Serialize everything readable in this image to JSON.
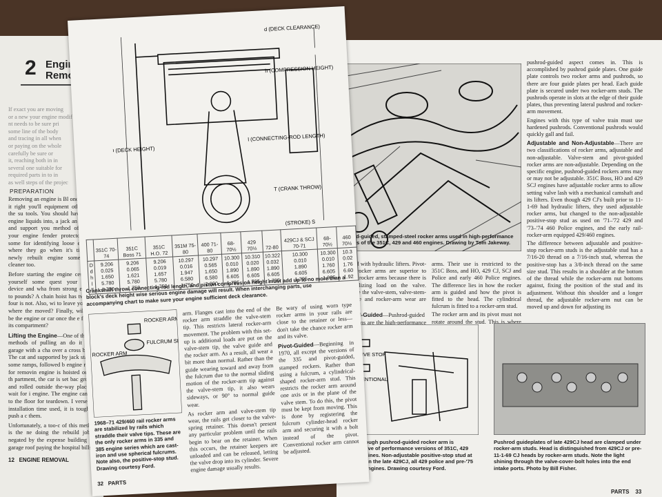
{
  "page_back": {
    "chapter_number": "2",
    "chapter_title": "Engine Removal",
    "intro_lines": [
      "If exact you are moving",
      "or a new your engine modif",
      "nt needs to be sure pri",
      "some line of the body",
      "and tracing in all when",
      "or paying on the whole",
      "carefully be sure or",
      "it, reaching both in in",
      "several one suitable for",
      "required parts in to in",
      "as well steps of the projec"
    ],
    "heading": "PREPARATION",
    "para1": "Removing an engine is Bl one—so do it right you'll equipment other than the su tools. You should have some engine liquids into, a jack an to raise and support you method of lifting your engine fender protectors and some for identifying loose ends so where they go when it's tim you newly rebuilt engine some hand cleaner too.",
    "para2": "Before starting the engine cess, ask yourself some quest your lifting device and wha from strong enough to pounds? A chain hoist has two-by-four is not. Also, wi to leave your car where the moved? Finally, will you be the engine or car once the e free of its compartment?",
    "lift_label": "Lifting the Engine",
    "para3": "—One of th mon methods of pulling an do it in a garage with a cha over a cross beam. The cat and supported by jack star up some ramps, followed b engine ready for removin engine is hoisted out of th partment, the car is set bac ground and rolled outside the-way place to wait for i engine. The engine can the to the floor for teardown. I versed at installation time used, it is tough to push a c them.",
    "para4": "Unfortunately, a too-c of this method is the ne doing the rebuild job y negated by the expense building the garage roof paying the hospital bills",
    "folio_num": "12",
    "folio_label": "ENGINE REMOVAL"
  },
  "page_left": {
    "diagram_labels": {
      "deck_clearance": "d (DECK CLEARANCE)",
      "compression_height": "h (COMPRESSION HEIGHT)",
      "rod_length": "l (CONNECTING-ROD LENGTH)",
      "deck_height": "D (DECK HEIGHT)",
      "crank_throw": "T (CRANK THROW)",
      "stroke": "(STROKE) S"
    },
    "table": {
      "row_labels": [
        "D",
        "d",
        "h",
        "l",
        "T"
      ],
      "columns": [
        {
          "header": "351C 70-74",
          "values": [
            "9.206",
            "0.025",
            "1.650",
            "5.780",
            "1.750"
          ]
        },
        {
          "header": "351C Boss 71",
          "values": [
            "9.206",
            "0.065",
            "1.621",
            "5.780",
            "1.750"
          ]
        },
        {
          "header": "351C H.O. 72",
          "values": [
            "9.206",
            "0.019",
            "1.657",
            "5.780",
            "1.750"
          ]
        },
        {
          "header": "351M 75-80",
          "values": [
            "10.297",
            "0.016",
            "1.947",
            "6.580",
            "1.750"
          ]
        },
        {
          "header": "400 71-80",
          "values": [
            "10.297",
            "0.565",
            "1.650",
            "6.580",
            "2.000"
          ]
        },
        {
          "header": "68-70½",
          "values": [
            "10.300",
            "0.010",
            "1.890",
            "6.605",
            "1.795"
          ]
        },
        {
          "header": "429 70½",
          "values": [
            "10.310",
            "0.020",
            "1.890",
            "6.605",
            "1.795"
          ]
        },
        {
          "header": "72-80",
          "values": [
            "10.322",
            "0.032",
            "1.890",
            "6.605",
            "1.795"
          ]
        },
        {
          "header": "429CJ & SCJ 70-71",
          "values": [
            "10.300",
            "0.010",
            "1.890",
            "6.605",
            "1.795"
          ]
        },
        {
          "header": "68-70½",
          "values": [
            "10.300",
            "0.010",
            "1.760",
            "6.605",
            "1.925"
          ]
        },
        {
          "header": "460 70½",
          "values": [
            "10.3",
            "0.02",
            "1.76",
            "6.60",
            "1.92"
          ]
        }
      ]
    },
    "table_caption": "Crankshaft throw, connecting-rod length, and piston compression height must add up to no more than a block's deck height wise serious engine damage will result. When interchanging parts, use accompanying chart to make sure your engine sufficient deck clearance.",
    "rocker_labels": {
      "stud_nut": "ROCKER ARM STUD NUT",
      "rocker_arm": "ROCKER ARM",
      "fulcrum": "FULCRUM SEAT"
    },
    "rocker_caption": "1968–71 429/460 rail rocker arms are stabilized by rails which straddle their valve tips. These are the only rocker arms in 335 and 385 engine series which are cast-iron and use spherical fulcrums. Note also, the positive-stop stud. Drawing courtesy Ford.",
    "col2_p1": "arm. Flanges cast into the end of the rocker arm straddle the valve-stem tip. This restricts lateral rocker-arm movement. The problem with this set-up is additional loads are put on the valve-stem tip, the valve guide and the rocker arm. As a result, all wear a bit more than normal. Rather than the guide wearing toward and away from the fulcrum due to the normal sliding motion of the rocker-arm tip against the valve-stem tip, it also wears sideways, or 90° to normal guide wear.",
    "col2_p2": "As rocker arm and valve-stem tip wear, the rails get closer to the valve-spring retainer. This doesn't present any particular problem until the rails begin to bear on the retainer. When this occurs, the retainer keepers are unloaded and can be released, letting the valve drop into its cylinder. Severe engine damage usually results.",
    "col3_p1": "Be wary of using worn type rocker arms in your rails are close to the retainer or less—don't take the chance rocker arm and its valve.",
    "col3_label": "Pivot-Guided",
    "col3_p2": "—Beginning in 1970, all except the versions of the 335 and pivot-guided, stamped rockers. Rather than using a fulcrum, a cylindrical-shaped rocker-arm stud. This restricts the rocker arm around one axis or in the plane of the valve stem. To do this, the pivot must be kept from moving. This is done by registering the fulcrum cylinder-head rocker arm and securing it with a bolt instead of the pivot. Conventional rocker arm cannot be adjusted.",
    "folio_num": "32",
    "folio_label": "PARTS"
  },
  "page_right": {
    "top_caption": "Pushrod-guided, stamped-steel rocker arms used in high-performance versions of the 351C, 429 and 460 engines. Drawing by Tom Jakeway.",
    "col1": "equipped with hydraulic lifters. Pivot-guided rocker arms are superior to rail-type rocker arms because there is no stabilizing load on the valve. Therefore the valve-stem, valve-stem-tip, guide and rocker-arm wear are reduced.",
    "col1_label": "Pushrod-Guided",
    "col1_b": "—Pushrod-guided rocker arms are the high-performance versions of the 335 and 385 stamped-steel rocker",
    "col2_p1": "arms. Their use is restricted to the 351C Boss, and HO, 429 CJ, SCJ and Police and early 460 Police engines. The difference lies in how the rocker arm is guided and how the pivot is fitted to the head. The cylindrical fulcrum is fitted to a rocker-arm stud.",
    "col2_p2": "The rocker arm and its pivot must not rotate around the stud. This is where the",
    "col3_p1": "pushrod-guided aspect comes in. This is accomplished by pushrod guide plates. One guide plate controls two rocker arms and pushrods, so there are four guide plates per head. Each guide plate is secured under two rocker-arm studs. The pushrods operate in slots at the edge of their guide plates, thus preventing lateral pushrod and rocker-arm movement.",
    "col3_p2": "Engines with this type of valve train must use hardened pushrods. Conventional pushrods would quickly gall and fail.",
    "col3_label": "Adjustable and Non-Adjustable",
    "col3_p3": "—There are two classifications of rocker arms, adjustable and non-adjustable. Valve-stem and pivot-guided rocker arms are non-adjustable. Depending on the specific engine, pushrod-guided rockers arms may or may not be adjustable. 351C Boss, HO and 429 SCJ engines have adjustable rocker arms to allow setting valve lash with a mechanical camshaft and its lifters. Even though 429 CJ's built prior to 11-1-69 had hydraulic lifters, they used adjustable rocker arms, but changed to the non-adjustable positive-stop stud as used on '71–'72 429 and '73–'74 460 Police engines, and the early rail-rocker-arm equipped 429/460 engines.",
    "col3_p4": "The difference between adjustable and positive-stop rocker-arm studs is the adjustable stud has a 7/16-20 thread on a 7/16-inch stud, whereas the positive-stop has a 3/8-inch thread on the same size stud. This results in a shoulder at the bottom of the thread while the rocker-arm nut bottoms against, fixing the position of the stud and its adjustment. Without this shoulder and a longer thread, the adjustable rocker-arm nut can be moved up and down for adjusting its",
    "stud_labels": {
      "positive": "POSITIVE STOP",
      "conventional": "CONVENTIONAL"
    },
    "section_caption": "Section through pushrod-guided rocker arm is representative of performance versions of 351C, 429 and 460 engines. Non-adjustable positive-stop stud at top is used in the late 429CJ, all 429 police and pre-'75 460 police engines. Drawing courtesy Ford.",
    "head_caption": "Pushrod guideplates of late 429CJ head are clamped under rocker-arm studs. Head is distinguished from 429CJ or pre-11-1-69 CJ heads by rocker-arm studs. Note the light shining through the valve-cover-bolt holes into the end intake ports. Photo by Bill Fisher.",
    "folio_label": "PARTS",
    "folio_num": "33"
  }
}
